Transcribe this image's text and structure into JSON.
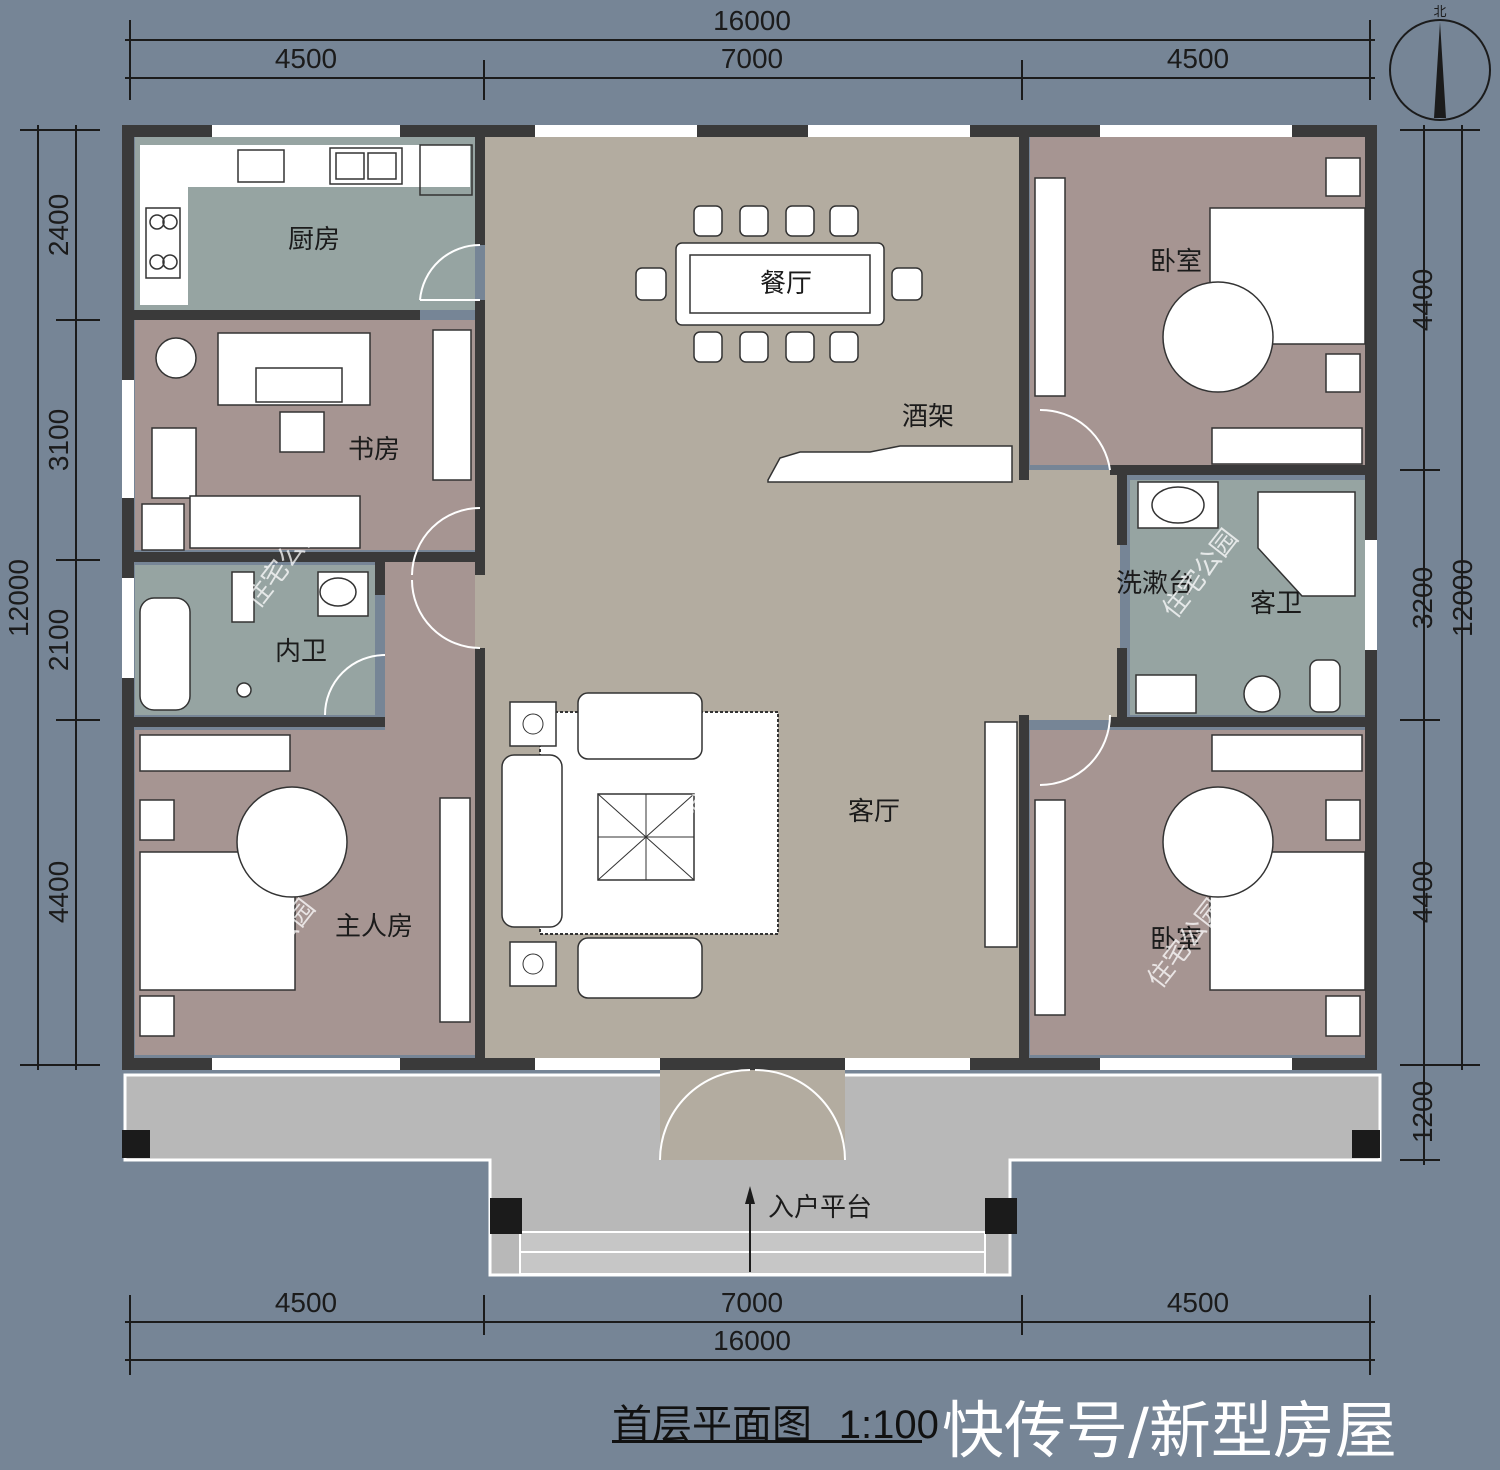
{
  "dimensions": {
    "top_total": "16000",
    "top_left": "4500",
    "top_center": "7000",
    "top_right": "4500",
    "bottom_left": "4500",
    "bottom_center": "7000",
    "bottom_right": "4500",
    "bottom_total": "16000",
    "left_total": "12000",
    "left_1": "2400",
    "left_2": "3100",
    "left_3": "2100",
    "left_4": "4400",
    "right_1": "4400",
    "right_2": "3200",
    "right_total": "12000",
    "right_3": "4400",
    "right_4": "1200"
  },
  "north_label": "北",
  "rooms": {
    "kitchen": "厨房",
    "dining": "餐厅",
    "wine_rack": "酒架",
    "bedroom_ne": "卧室",
    "study": "书房",
    "washbasin": "洗漱台",
    "guest_bath": "客卫",
    "inner_bath": "内卫",
    "living": "客厅",
    "master": "主人房",
    "bedroom_se": "卧室",
    "entry": "入户平台"
  },
  "watermark": "住宅公园",
  "title": "首层平面图",
  "scale": "1:100",
  "source": "快传号/新型房屋",
  "colors": {
    "background": "#768596",
    "wall": "#3a3a3a",
    "living_floor": "#b3aca0",
    "bedroom_floor": "#a69592",
    "wet_floor": "#96a4a2",
    "porch": "#b8b8b8"
  }
}
